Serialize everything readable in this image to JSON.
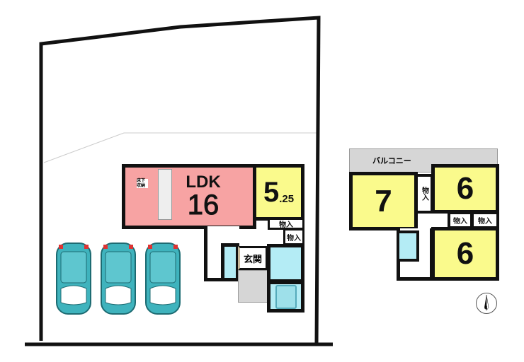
{
  "floor1": {
    "ldk_label": "LDK",
    "ldk_size": "16",
    "underfloor_storage": "床下収納",
    "room_size_main": "5",
    "room_size_decimal": ".25",
    "storage_1": "物入",
    "storage_2": "物入",
    "entrance": "玄関"
  },
  "floor2": {
    "balcony": "バルコニー",
    "room_west": "7",
    "room_ne": "6",
    "room_se": "6",
    "storage_1": "物入",
    "storage_2": "物入",
    "storage_3": "物入"
  },
  "compass_label": "N",
  "colors": {
    "ldk": "#f7a3a3",
    "room": "#fafa8c",
    "wet": "#b4ecf5",
    "car": "#3fb3bd"
  }
}
